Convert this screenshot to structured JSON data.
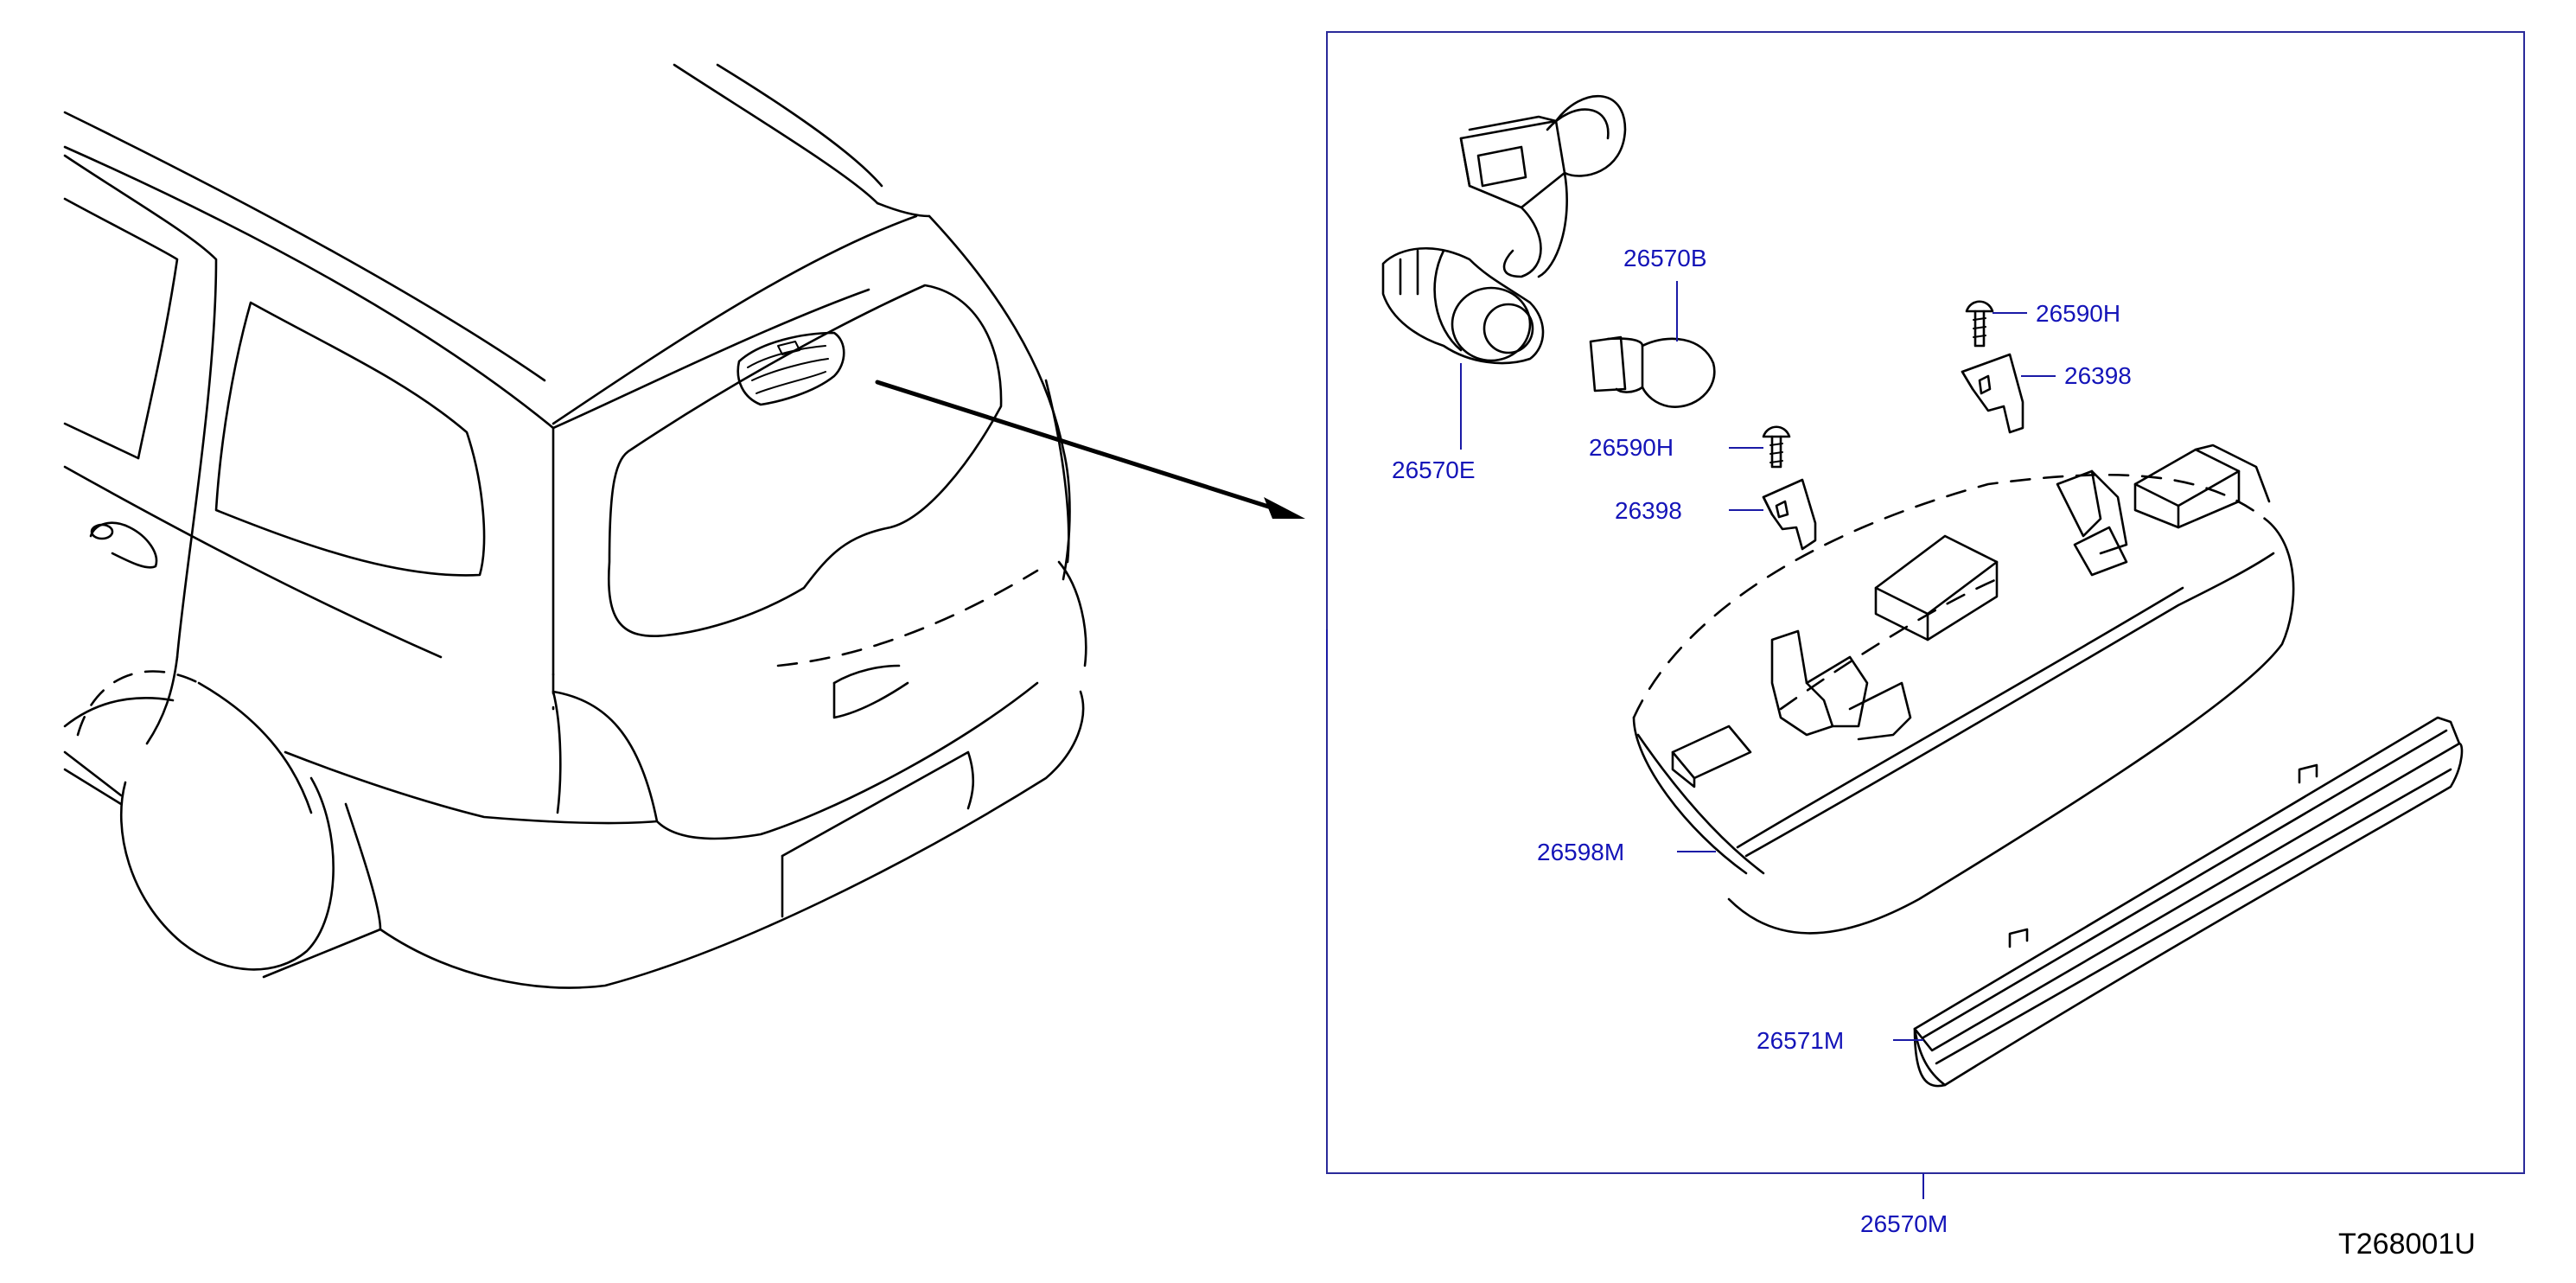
{
  "labels": {
    "p26570B": "26570B",
    "p26570E": "26570E",
    "p26590H_top": "26590H",
    "p26398_top": "26398",
    "p26590H_left": "26590H",
    "p26398_left": "26398",
    "p26598M": "26598M",
    "p26571M": "26571M",
    "p26570M": "26570M"
  },
  "reference": "T268001U",
  "colors": {
    "label": "#1414b8",
    "line": "#000000",
    "frame": "#2a2a9a"
  }
}
